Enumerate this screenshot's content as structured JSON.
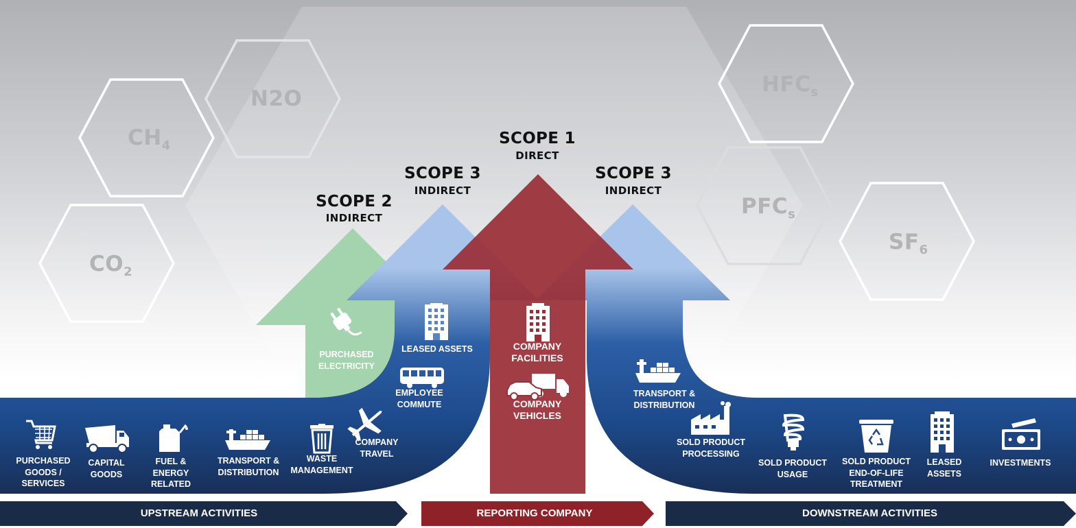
{
  "gases": {
    "ch4": {
      "base": "CH",
      "sub": "4"
    },
    "n2o": {
      "base": "N2O",
      "sub": ""
    },
    "co2": {
      "base": "CO",
      "sub": "2"
    },
    "hfcs": {
      "base": "HFC",
      "sub": "s"
    },
    "pfcs": {
      "base": "PFC",
      "sub": "s"
    },
    "sf6": {
      "base": "SF",
      "sub": "6"
    }
  },
  "scopes": {
    "scope2": {
      "title": "SCOPE 2",
      "subtitle": "INDIRECT"
    },
    "scope3_upstream": {
      "title": "SCOPE 3",
      "subtitle": "INDIRECT"
    },
    "scope1": {
      "title": "SCOPE 1",
      "subtitle": "DIRECT"
    },
    "scope3_downstream": {
      "title": "SCOPE 3",
      "subtitle": "INDIRECT"
    }
  },
  "labels": {
    "purchased_goods": "PURCHASED\nGOODS /\nSERVICES",
    "capital_goods": "CAPITAL\nGOODS",
    "fuel_energy": "FUEL &\nENERGY\nRELATED",
    "transport_up": "TRANSPORT &\nDISTRIBUTION",
    "waste": "WASTE\nMANAGEMENT",
    "company_travel": "COMPANY\nTRAVEL",
    "employee_commute": "EMPLOYEE\nCOMMUTE",
    "leased_assets_up": "LEASED ASSETS",
    "purchased_electricity": "PURCHASED\nELECTRICITY",
    "company_facilities": "COMPANY\nFACILITIES",
    "company_vehicles": "COMPANY\nVEHICLES",
    "transport_down": "TRANSPORT &\nDISTRIBUTION",
    "sold_processing": "SOLD PRODUCT\nPROCESSING",
    "sold_usage": "SOLD PRODUCT\nUSAGE",
    "sold_eol": "SOLD PRODUCT\nEND-OF-LIFE\nTREATMENT",
    "leased_assets_down": "LEASED\nASSETS",
    "investments": "INVESTMENTS"
  },
  "footer": {
    "upstream": "UPSTREAM ACTIVITIES",
    "reporting": "REPORTING COMPANY",
    "downstream": "DOWNSTREAM ACTIVITIES"
  },
  "colors": {
    "navy": "#1a3b6e",
    "scope1_red": "#9a2f37",
    "scope2_green": "#a3d4ad",
    "scope3_lightblue": "#a8c3e8",
    "footer_dark": "#1a2b48",
    "footer_red": "#8f2228"
  }
}
